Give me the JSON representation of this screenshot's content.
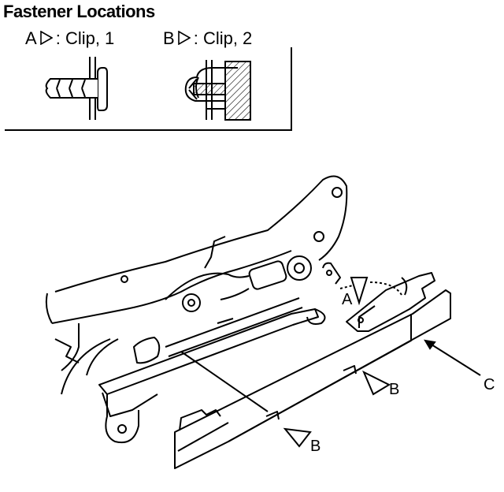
{
  "header": {
    "title": "Fastener Locations"
  },
  "legend": [
    {
      "key": "A",
      "separator": ":",
      "text": "Clip, 1"
    },
    {
      "key": "B",
      "separator": ":",
      "text": "Clip, 2"
    }
  ],
  "callouts": {
    "a": "A",
    "b1": "B",
    "b2": "B",
    "c": "C"
  }
}
